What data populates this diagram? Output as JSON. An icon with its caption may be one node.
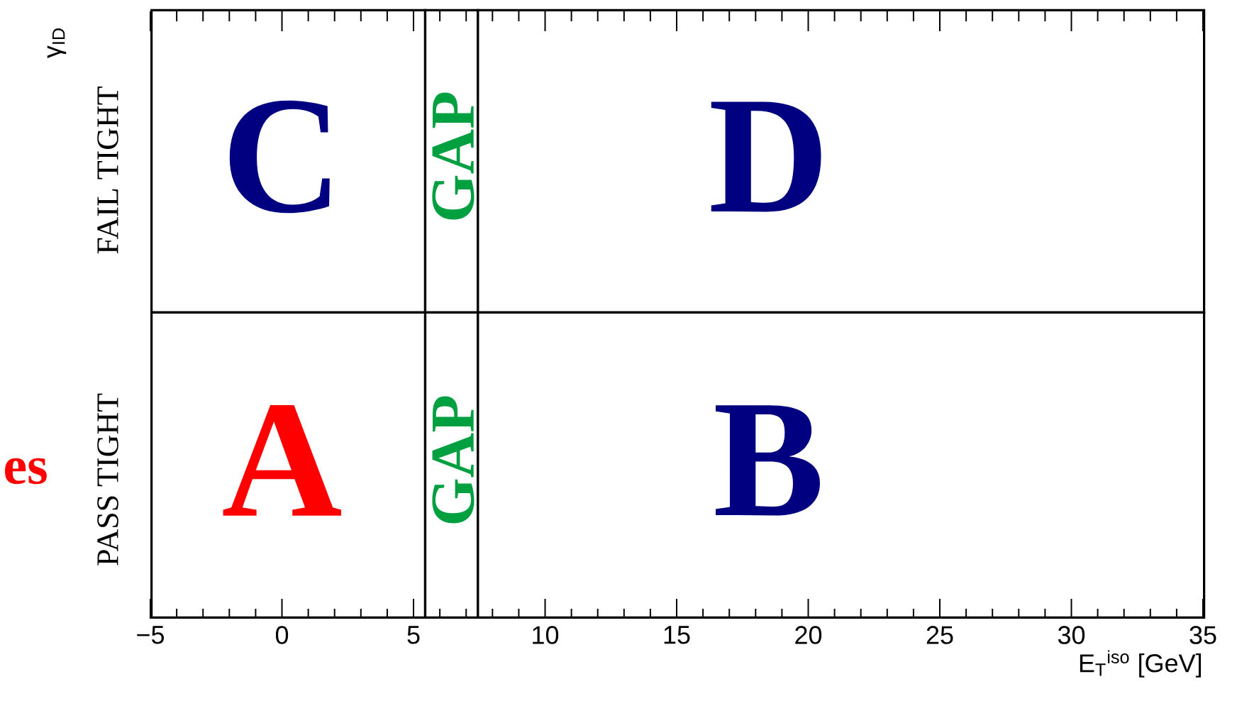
{
  "diagram": {
    "nodes": [
      {
        "text": [
          "C"
        ]
      },
      {
        "text": [
          "GAP"
        ]
      },
      {
        "text": [
          "D"
        ]
      },
      {
        "text": [
          "A"
        ]
      },
      {
        "text": [
          "GAP"
        ]
      },
      {
        "text": [
          "B"
        ]
      }
    ],
    "labels": [
      "γ$_{ID}$",
      "FAIL TIGHT",
      "PASS TIGHT",
      "es",
      "−5",
      "0",
      "5",
      "10",
      "15",
      "20",
      "25",
      "30",
      "35",
      "E$_{T}$$^{iso}$ [GeV]"
    ]
  }
}
